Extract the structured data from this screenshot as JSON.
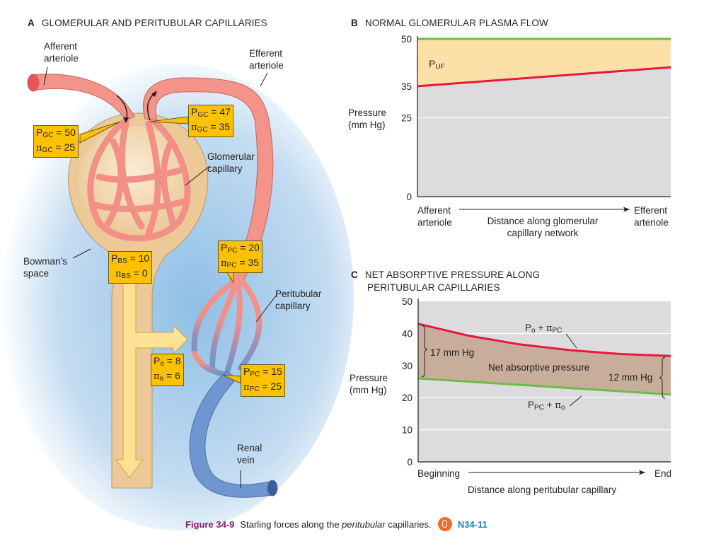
{
  "panel_a": {
    "letter": "A",
    "title": "GLOMERULAR AND PERITUBULAR CAPILLARIES",
    "labels": {
      "afferent": [
        "Afferent",
        "arteriole"
      ],
      "efferent": [
        "Efferent",
        "arteriole"
      ],
      "glomerular": [
        "Glomerular",
        "capillary"
      ],
      "bowman": [
        "Bowman’s",
        "space"
      ],
      "peritubular": [
        "Peritubular",
        "capillary"
      ],
      "renal_vein": [
        "Renal",
        "vein"
      ]
    },
    "boxes": {
      "gc_aff": {
        "p": "P",
        "p_sub": "GC",
        "p_val": " = 50",
        "pi": "π",
        "pi_sub": "GC",
        "pi_val": " = 25"
      },
      "gc_eff": {
        "p": "P",
        "p_sub": "GC",
        "p_val": " = 47",
        "pi": "π",
        "pi_sub": "GC",
        "pi_val": " = 35"
      },
      "bs": {
        "p": "P",
        "p_sub": "BS",
        "p_val": " = 10",
        "pi": "π",
        "pi_sub": "BS",
        "pi_val": " = 0"
      },
      "pc_start": {
        "p": "P",
        "p_sub": "PC",
        "p_val": " = 20",
        "pi": "π",
        "pi_sub": "PC",
        "pi_val": " = 35"
      },
      "interstitium": {
        "p": "P",
        "p_sub": "o",
        "p_val": " = 8",
        "pi": "π",
        "pi_sub": "o",
        "pi_val": " = 6"
      },
      "pc_end": {
        "p": "P",
        "p_sub": "PC",
        "p_val": " = 15",
        "pi": "π",
        "pi_sub": "PC",
        "pi_val": " = 25"
      }
    }
  },
  "chart_data": [
    {
      "type": "area",
      "letter": "B",
      "title": "NORMAL GLOMERULAR PLASMA FLOW",
      "ylabel": [
        "Pressure",
        "(mm Hg)"
      ],
      "yticks": [
        0,
        25,
        35,
        50
      ],
      "ylim": [
        0,
        50
      ],
      "gridlines": [
        25
      ],
      "x": [
        0,
        1
      ],
      "x_start_label": [
        "Afferent",
        "arteriole"
      ],
      "x_end_label": [
        "Efferent",
        "arteriole"
      ],
      "xlabel": [
        "Distance along glomerular",
        "capillary network"
      ],
      "series": [
        {
          "name": "P_GC",
          "values": [
            50,
            50
          ],
          "color": "#6cbd45"
        },
        {
          "name": "π_GC",
          "values": [
            35,
            41
          ],
          "color": "#e8173f"
        }
      ],
      "area_label": {
        "p": "P",
        "sub": "UF"
      },
      "colors": {
        "bg": "#dcdcde",
        "fill": "#fde0a8"
      }
    },
    {
      "type": "area",
      "letter": "C",
      "title": [
        "NET ABSORPTIVE PRESSURE ALONG",
        "PERITUBULAR CAPILLARIES"
      ],
      "ylabel": [
        "Pressure",
        "(mm Hg)"
      ],
      "yticks": [
        0,
        10,
        20,
        30,
        40,
        50
      ],
      "ylim": [
        0,
        50
      ],
      "gridlines": [
        10,
        20,
        30,
        40
      ],
      "x": [
        0,
        0.2,
        0.4,
        0.6,
        0.8,
        1
      ],
      "x_start_label": "Beginning",
      "x_end_label": "End",
      "xlabel": "Distance along peritubular capillary",
      "series": [
        {
          "name": "Po + πPC",
          "values": [
            43,
            39.3,
            36.6,
            34.8,
            33.6,
            33
          ],
          "color": "#e8173f",
          "label": {
            "a": "P",
            "a_sub": "o",
            "op": " + ",
            "b": "π",
            "b_sub": "PC"
          }
        },
        {
          "name": "PPC + πo",
          "values": [
            26,
            25,
            24,
            23,
            22,
            21
          ],
          "color": "#6cbd45",
          "label": {
            "a": "P",
            "a_sub": "PC",
            "op": " + ",
            "b": "π",
            "b_sub": "o"
          }
        }
      ],
      "annotations": {
        "start_diff": "17 mm Hg",
        "end_diff": "12 mm Hg",
        "area": "Net absorptive pressure"
      },
      "colors": {
        "bg": "#dcdcde",
        "fill": "#c9ad9b"
      }
    }
  ],
  "caption": {
    "figure": "Figure 34-9",
    "text_before": "Starling forces along the ",
    "italic": "peritubular",
    "text_after": " capillaries.",
    "ref": "N34-11"
  }
}
